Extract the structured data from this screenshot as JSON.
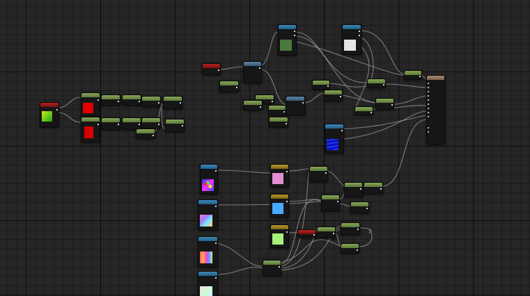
{
  "graph": {
    "colors": {
      "background": "#262626",
      "wire": "#9b9b9b",
      "header_green": "#7a9a4e",
      "header_red": "#a01818",
      "header_blue": "#2f78aa",
      "header_gold": "#a58526",
      "header_steel": "#4e7394",
      "header_tan": "#9a7e6a"
    },
    "nodes": [
      {
        "name": "node-red-gradient-preview",
        "header": "red",
        "thumbnail": "yellow-green-gradient"
      },
      {
        "name": "node-red-fill-preview-1",
        "header": "green",
        "thumbnail": "solid-red"
      },
      {
        "name": "node-red-fill-preview-2",
        "header": "green",
        "thumbnail": "solid-red"
      },
      {
        "name": "node-green-texture-preview",
        "header": "blue",
        "thumbnail": "dark-green"
      },
      {
        "name": "node-white-texture-preview",
        "header": "blue",
        "thumbnail": "light-gray"
      },
      {
        "name": "node-blue-noise-preview",
        "header": "blue",
        "thumbnail": "blue-noise"
      },
      {
        "name": "node-pink-color",
        "header": "gold",
        "thumbnail": "pink"
      },
      {
        "name": "node-sky-blue-color",
        "header": "gold",
        "thumbnail": "sky-blue"
      },
      {
        "name": "node-light-green-color",
        "header": "gold",
        "thumbnail": "light-green"
      },
      {
        "name": "node-rainbow-noise-preview",
        "header": "blue",
        "thumbnail": "rainbow-noise"
      },
      {
        "name": "node-holo-preview",
        "header": "blue",
        "thumbnail": "holo-gradient"
      },
      {
        "name": "node-rainbow-stripe-preview",
        "header": "blue",
        "thumbnail": "rainbow-stripes"
      },
      {
        "name": "node-pastel-preview",
        "header": "blue",
        "thumbnail": "pastel-gradient"
      },
      {
        "name": "node-material-output",
        "header": "tan",
        "thumbnail": ""
      }
    ]
  }
}
